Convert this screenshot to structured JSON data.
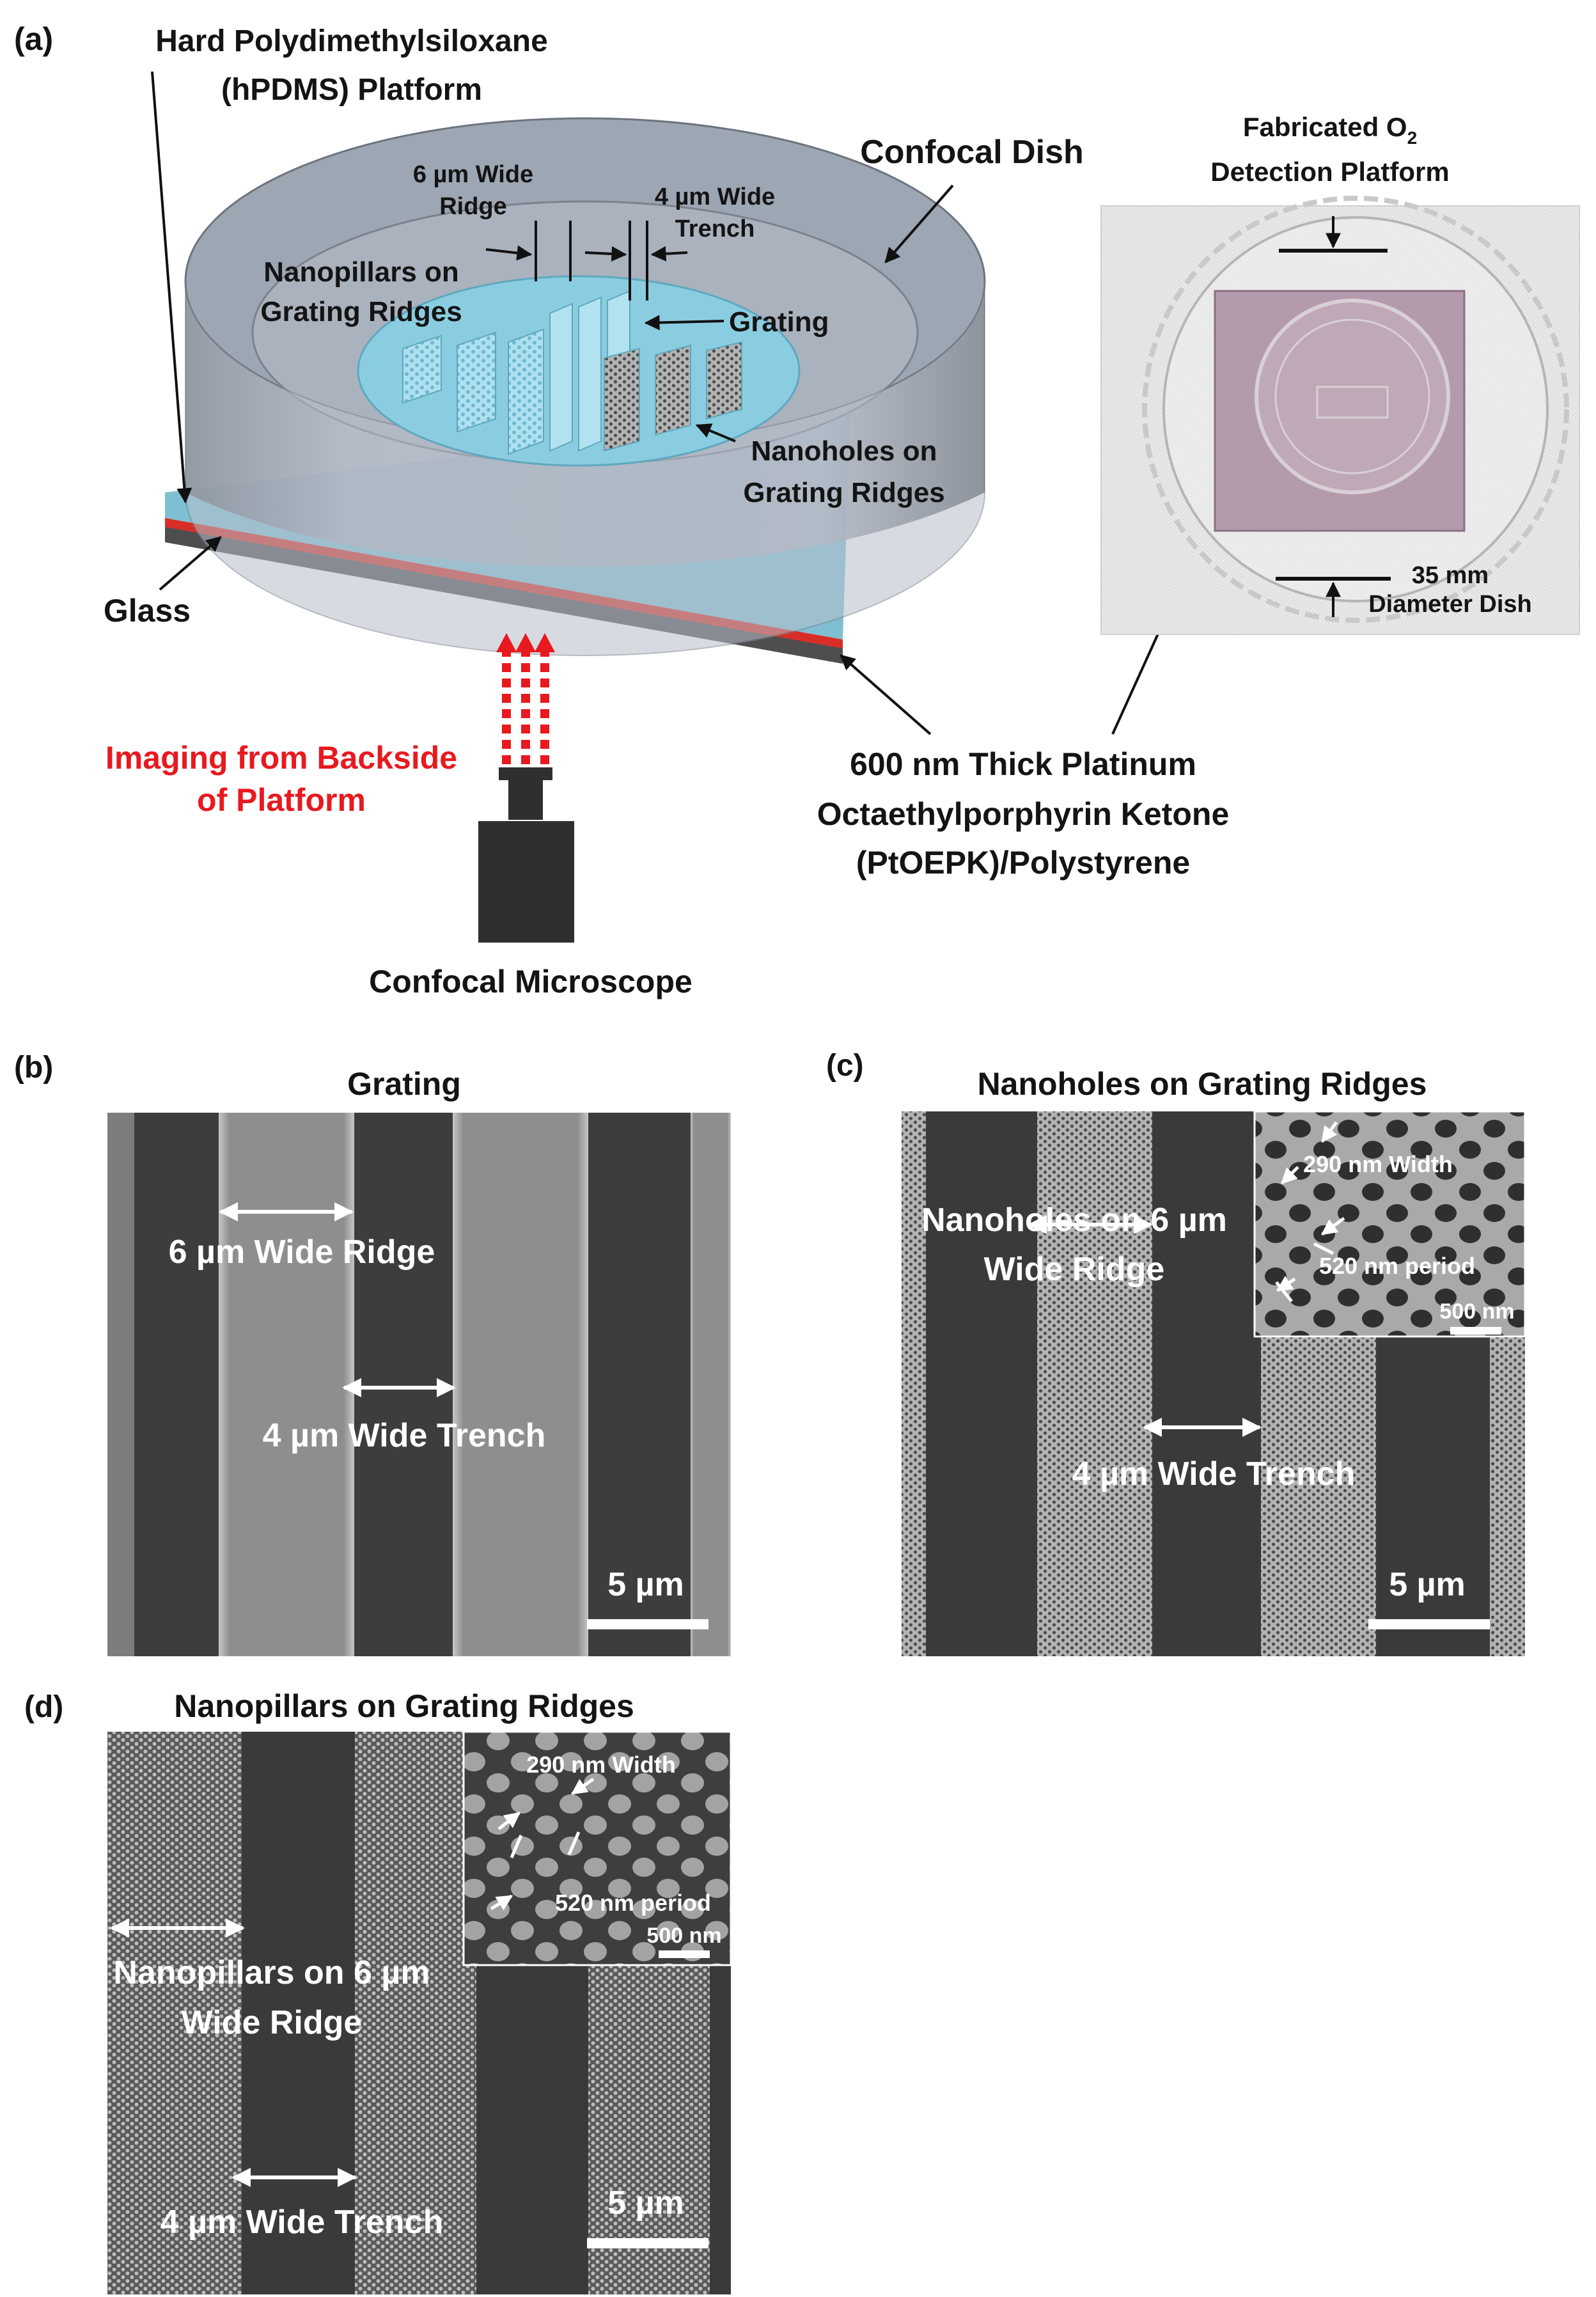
{
  "panel_a": {
    "label": "(a)",
    "hpdms_label": [
      "Hard Polydimethylsiloxane",
      "(hPDMS) Platform"
    ],
    "confocal_dish_label": "Confocal Dish",
    "six_um_ridge_label": [
      "6 µm Wide",
      "Ridge"
    ],
    "four_um_trench_label": [
      "4 µm Wide",
      "Trench"
    ],
    "nanopillars_label": [
      "Nanopillars on",
      "Grating Ridges"
    ],
    "grating_label": "Grating",
    "nanoholes_label": [
      "Nanoholes on",
      "Grating Ridges"
    ],
    "glass_label": "Glass",
    "imaging_label": [
      "Imaging from Backside",
      "of Platform"
    ],
    "microscope_label": "Confocal Microscope",
    "ptoepk_label": [
      "600 nm Thick Platinum",
      "Octaethylporphyrin Ketone",
      "(PtOEPK)/Polystyrene"
    ],
    "photo": {
      "fabricated_label": [
        "Fabricated O",
        "2",
        "Detection Platform"
      ],
      "dish_label": [
        "35 mm",
        "Diameter Dish"
      ]
    }
  },
  "panel_b": {
    "label": "(b)",
    "title": "Grating",
    "ridge_label": "6 µm Wide Ridge",
    "trench_label": "4 µm Wide Trench",
    "scale_label": "5 µm"
  },
  "panel_c": {
    "label": "(c)",
    "title": "Nanoholes on Grating Ridges",
    "ridge_label": [
      "Nanoholes on 6 µm",
      "Wide Ridge"
    ],
    "trench_label": "4 µm Wide Trench",
    "scale_label": "5 µm",
    "inset": {
      "width_label": "290 nm Width",
      "period_label": "520 nm period",
      "scale_label": "500 nm"
    }
  },
  "panel_d": {
    "label": "(d)",
    "title": "Nanopillars on Grating Ridges",
    "ridge_label": [
      "Nanopillars on 6 µm",
      "Wide Ridge"
    ],
    "trench_label": "4 µm Wide Trench",
    "scale_label": "5 µm",
    "inset": {
      "width_label": "290 nm Width",
      "period_label": "520 nm period",
      "scale_label": "500 nm"
    }
  },
  "colors": {
    "dish_gray": "#a6aebb",
    "dish_dark": "#4a4f57",
    "platform_blue": "#75b9cf",
    "well_blue": "#8dd0e3",
    "imaging_red": "#e8191f",
    "microscope": "#2f2f2f",
    "sem_dark": "#3d3d3d",
    "sem_light": "#8c8c8c"
  }
}
